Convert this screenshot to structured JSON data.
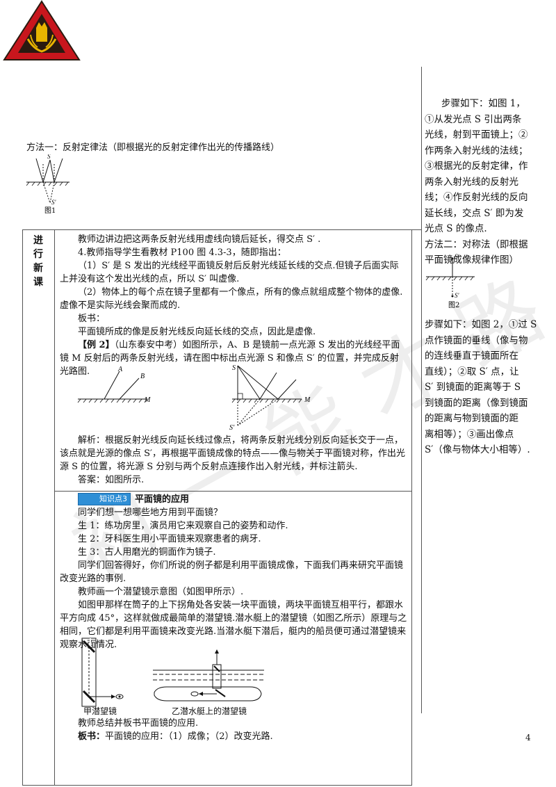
{
  "page_number": "4",
  "watermark": "初一能才路",
  "logo": {
    "colors": {
      "red": "#c8161d",
      "gold": "#e8b400",
      "dark": "#2a1a10"
    }
  },
  "method1": {
    "heading": "方法一：反射定律法（即根据光的反射定律作出光的传播路线）",
    "fig_label": "图1",
    "point_s": "S",
    "point_s_prime": "S'"
  },
  "steps1": [
    "步骤如下：如图 1，",
    "①从发光点 S 引出两条",
    "光线，射到平面镜上；②",
    "作两条入射光线的法线；",
    "③根据光的反射定律，作",
    "两条入射光线的反射光",
    "线；④作反射光线的反向",
    "延长线，交点 S′ 即为发",
    "光点 S 的像点."
  ],
  "method2": {
    "lines": [
      "方法二：对称法（即根据",
      "平面镜成像规律作图）"
    ],
    "fig_label": "图2",
    "point_s": "S",
    "point_s_prime": "S'"
  },
  "steps2": [
    "步骤如下：如图 2，①过 S",
    "点作镜面的垂线（像与物",
    "的连线垂直于镜面所在",
    "直线）；②取 S′ 点，让",
    "S′ 到镜面的距离等于 S",
    "到镜面的距离（像到镜面",
    "的距离与物到镜面的距",
    "离相等）；③画出像点",
    "S′（像与物体大小相等）."
  ],
  "section_label": "进\n行\n新\n课",
  "content": {
    "p1": "教师边讲边把这两条反射光线用虚线向镜后延长，得交点 S′ .",
    "p2": "4.教师指导学生看教材 P100 图 4.3-3，随即指出：",
    "p3": "（1）S′ 是 S 发出的光线经平面镜反射后反射光线延长线的交点.但镜子后面实际上并没有这个发出光线的点，所以 S′ 叫虚像.",
    "p4": "（2）物体上的每个点在镜子里都有一个像点，所有的像点就组成整个物体的虚像.虚像不是实际光线会聚而成的.",
    "p5": "板书：",
    "p6": "平面镜所成的像是反射光线反向延长线的交点，因此是虚像.",
    "p7_label": "【例 2】",
    "p7": "（山东泰安中考）如图所示，A、B 是镜前一点光源 S 发出的光线经平面镜 M 反射后的两条反射光线，请在图中标出点光源 S 和像点 S′ 的位置，并完成反射光路图.",
    "fig_left": {
      "a": "A",
      "b": "B",
      "m": "M"
    },
    "fig_right": {
      "s": "S",
      "s_prime": "S'",
      "m": "M"
    },
    "p8": "解析：根据反射光线反向延长线过像点，将两条反射光线分别反向延长交于一点，该点就是光源的像点 S′，再根据平面镜成像的特点——像与物关于平面镜对称，作出光源 S 的位置，将光源 S 分别与两个反射点连接作出入射光线，并标注箭头.",
    "p9": "答案：如图所示.",
    "badge": "知识点3",
    "k3_title": "平面镜的应用",
    "q1": "同学们想一想哪些地方用到平面镜？",
    "s1": "生 1：练功房里，演员用它来观察自己的姿势和动作.",
    "s2": "生 2：牙科医生用小平面镜来观察患者的病牙.",
    "s3": "生 3：古人用磨光的铜面作为镜子.",
    "p10": "同学们回答得好，你们所说的例子都是利用平面镜成像，下面我们再来研究平面镜改变光路的事例.",
    "p11": "教师画一个潜望镜示意图（如图甲所示）.",
    "p12": "如图甲那样在筒子的上下拐角处各安装一块平面镜，两块平面镜互相平行，都跟水平方向成 45°，这样就做成最简单的潜望镜.潜水艇上的潜望镜（如图乙所示）原理与之相同，它们都是利用平面镜来改变光路.当潜水艇下潜后，艇内的船员便可通过潜望镜来观察水面情况.",
    "cap_left": "甲潜望镜",
    "cap_right": "乙潜水艇上的潜望镜",
    "p13": "教师总结并板书平面镜的应用.",
    "p14_label": "板书：",
    "p14": "平面镜的应用：（1）成像；（2）改变光路."
  }
}
